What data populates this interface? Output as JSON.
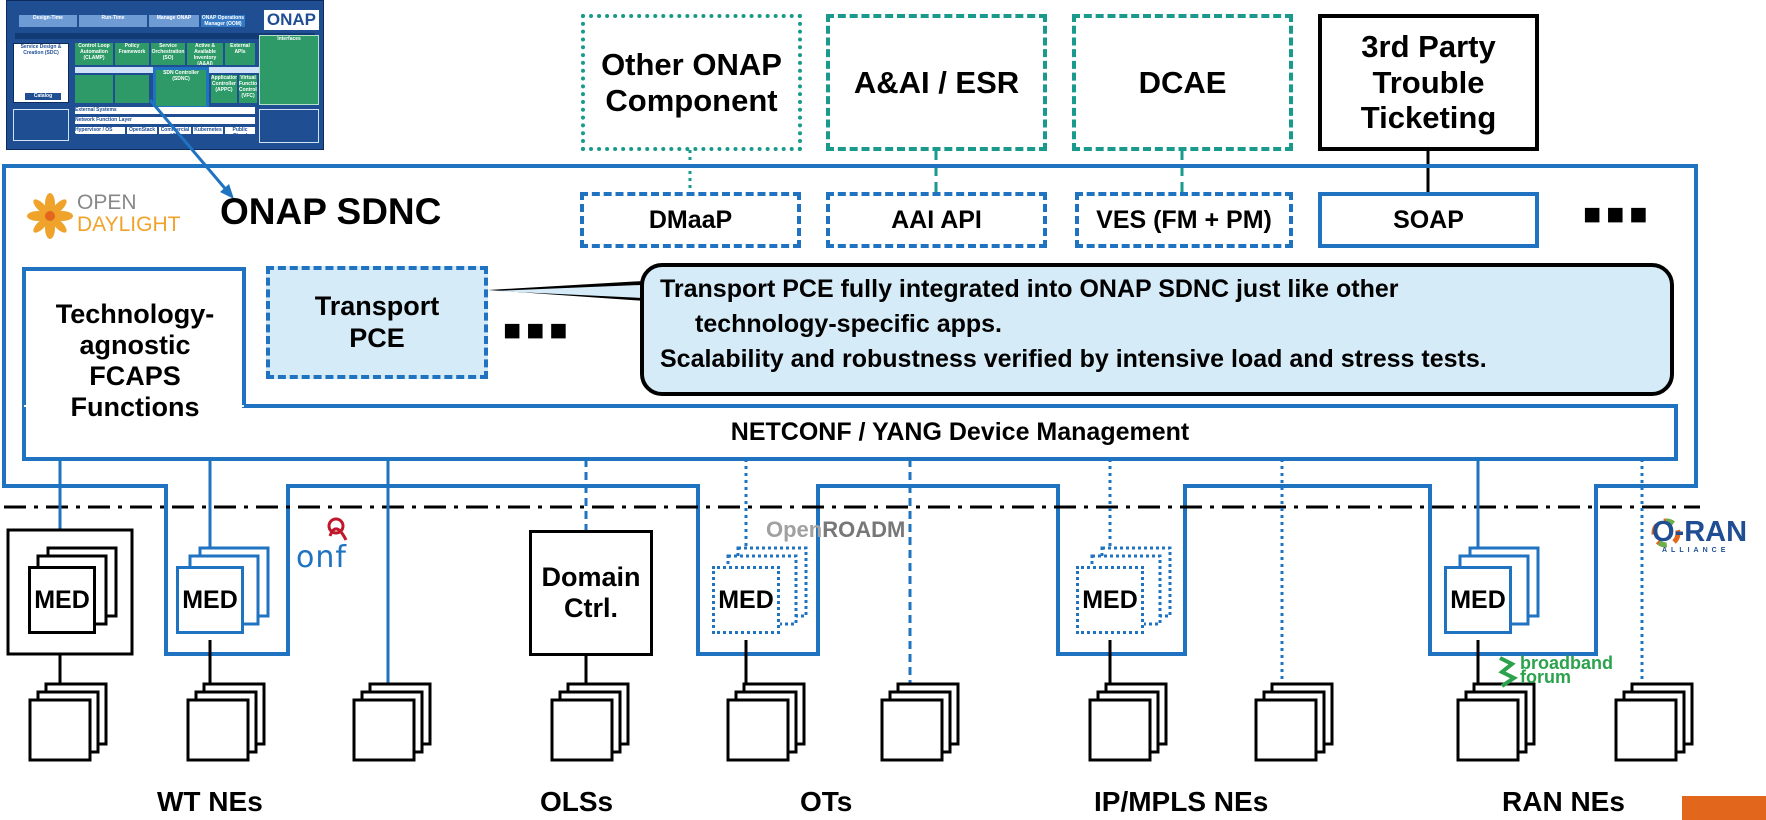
{
  "thumbnail": {
    "title": "ONAP",
    "header_tabs": [
      "Design-Time",
      "Run-Time",
      "Manage ONAP",
      "ONAP Operations Manager (OOM)"
    ],
    "row_labels": [
      "Service Design & Creation (SDC)",
      "Control Loop Automation (CLAMP)",
      "Policy Framework",
      "Service Orchestration (SO)",
      "Active & Available Inventory (A&AI)",
      "External APIs",
      "Interfaces",
      "SDN Controller (SDNC)",
      "Application Controller (APPC)",
      "Virtual Function Controller (VFC)",
      "Catalog",
      "External Systems",
      "Network Function Layer",
      "Hypervisor / OS Layer",
      "OpenStack",
      "Commercial VIM",
      "Kubernetes",
      "Public Cloud"
    ]
  },
  "top_components": [
    {
      "label": "Other ONAP Component",
      "style": "dotted"
    },
    {
      "label": "A&AI / ESR",
      "style": "dashed"
    },
    {
      "label": "DCAE",
      "style": "dashed"
    },
    {
      "label": "3rd Party Trouble Ticketing",
      "style": "solid"
    }
  ],
  "sdnc": {
    "logo_top": "OPEN",
    "logo_bottom": "DAYLIGHT",
    "title": "ONAP SDNC",
    "interfaces": [
      "DMaaP",
      "AAI API",
      "VES (FM + PM)",
      "SOAP"
    ],
    "ellipsis": "■■■",
    "fcaps": "Technology-agnostic FCAPS Functions",
    "fcaps_lines": [
      "Technology-",
      "agnostic",
      "FCAPS",
      "Functions"
    ],
    "transport_pce_lines": [
      "Transport",
      "PCE"
    ],
    "callout_lines": [
      "Transport PCE fully integrated into ONAP SDNC just like other",
      "technology-specific apps.",
      "Scalability and robustness verified by intensive load and stress tests."
    ],
    "device_mgmt": "NETCONF / YANG Device Management"
  },
  "southbound": {
    "med_label": "MED",
    "domain_ctrl_lines": [
      "Domain",
      "Ctrl."
    ],
    "groups": [
      "WT NEs",
      "OLSs",
      "OTs",
      "IP/MPLS NEs",
      "RAN NEs"
    ]
  },
  "logos": {
    "onf": "onf",
    "openroadm_a": "Open",
    "openroadm_b": "ROADM",
    "oran_a": "O-RAN",
    "oran_b": "ALLIANCE",
    "bbf_a": "broadband",
    "bbf_b": "forum"
  },
  "colors": {
    "blue": "#1f73c0",
    "teal": "#1a9a8c",
    "light_blue_fill": "#d6ebf8",
    "orange": "#e2661b",
    "odl_orange": "#f0a32b"
  }
}
